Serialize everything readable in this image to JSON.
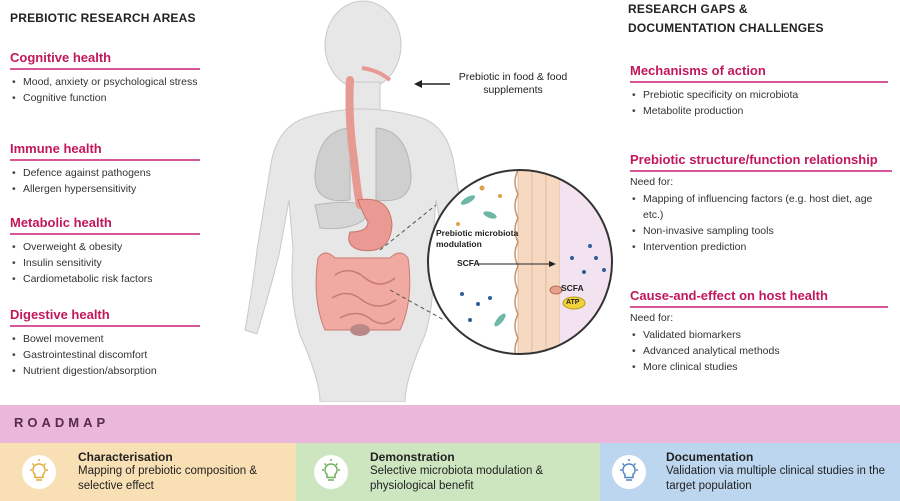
{
  "left_column": {
    "title": "PREBIOTIC RESEARCH AREAS",
    "sections": [
      {
        "title": "Cognitive health",
        "items": [
          "Mood, anxiety or psychological stress",
          "Cognitive function"
        ]
      },
      {
        "title": "Immune health",
        "items": [
          "Defence against pathogens",
          "Allergen hypersensitivity"
        ]
      },
      {
        "title": "Metabolic health",
        "items": [
          "Overweight & obesity",
          "Insulin sensitivity",
          "Cardiometabolic risk factors"
        ]
      },
      {
        "title": "Digestive health",
        "items": [
          "Bowel movement",
          "Gastrointestinal discomfort",
          "Nutrient digestion/absorption"
        ]
      }
    ]
  },
  "center": {
    "callout": "Prebiotic in food & food supplements",
    "zoom_modulation": "Prebiotic microbiota modulation",
    "zoom_scfa": "SCFA",
    "zoom_scfa_cell": "SCFA",
    "zoom_atp": "ATP"
  },
  "right_column": {
    "title_line1": "RESEARCH GAPS &",
    "title_line2": "DOCUMENTATION CHALLENGES",
    "sections": [
      {
        "title": "Mechanisms of action",
        "need": "",
        "items": [
          "Prebiotic specificity on microbiota",
          "Metabolite production"
        ]
      },
      {
        "title": "Prebiotic structure/function relationship",
        "need": "Need for:",
        "items": [
          "Mapping of influencing factors (e.g. host diet, age etc.)",
          "Non-invasive sampling tools",
          "Intervention prediction"
        ]
      },
      {
        "title": "Cause-and-effect on host health",
        "need": "Need for:",
        "items": [
          "Validated biomarkers",
          "Advanced analytical methods",
          "More clinical studies"
        ]
      }
    ]
  },
  "roadmap": {
    "label": "ROADMAP",
    "steps": [
      {
        "title": "Characterisation",
        "text": "Mapping of prebiotic composition & selective effect",
        "color": "#f9dfb4"
      },
      {
        "title": "Demonstration",
        "text": "Selective microbiota modulation & physiological benefit",
        "color": "#cde6c0"
      },
      {
        "title": "Documentation",
        "text": "Validation via multiple clinical studies in the target population",
        "color": "#bcd6ef"
      }
    ],
    "band_color": "#e9b8da"
  },
  "colors": {
    "section_title": "#c2185b",
    "rule": "#d8569a"
  }
}
